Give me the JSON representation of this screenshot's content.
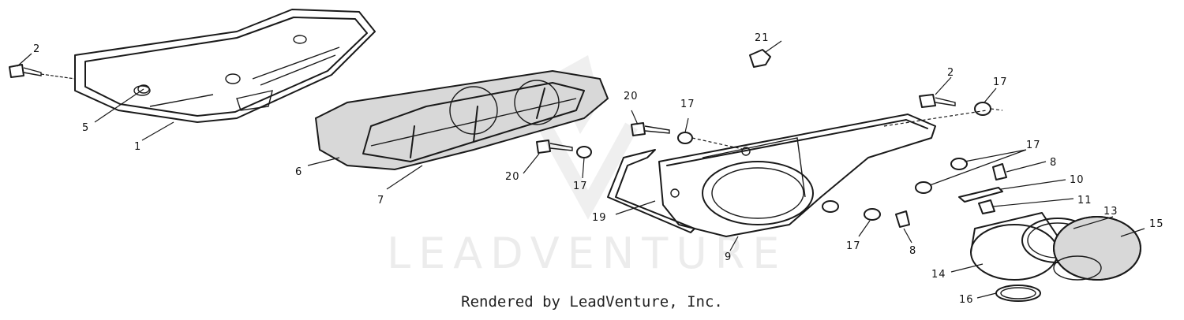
{
  "watermark": "LEADVENTURE",
  "footer": "Rendered by LeadVenture, Inc.",
  "callouts": {
    "c1": "1",
    "c2a": "2",
    "c2b": "2",
    "c5": "5",
    "c6": "6",
    "c7": "7",
    "c8a": "8",
    "c8b": "8",
    "c9": "9",
    "c10": "10",
    "c11": "11",
    "c13": "13",
    "c14": "14",
    "c15": "15",
    "c16": "16",
    "c17a": "17",
    "c17b": "17",
    "c17c": "17",
    "c17d": "17",
    "c17e": "17",
    "c19": "19",
    "c20a": "20",
    "c20b": "20",
    "c21": "21"
  },
  "colors": {
    "line": "#1a1a1a",
    "watermark": "#ececec",
    "fill": "#d8d8d8"
  }
}
